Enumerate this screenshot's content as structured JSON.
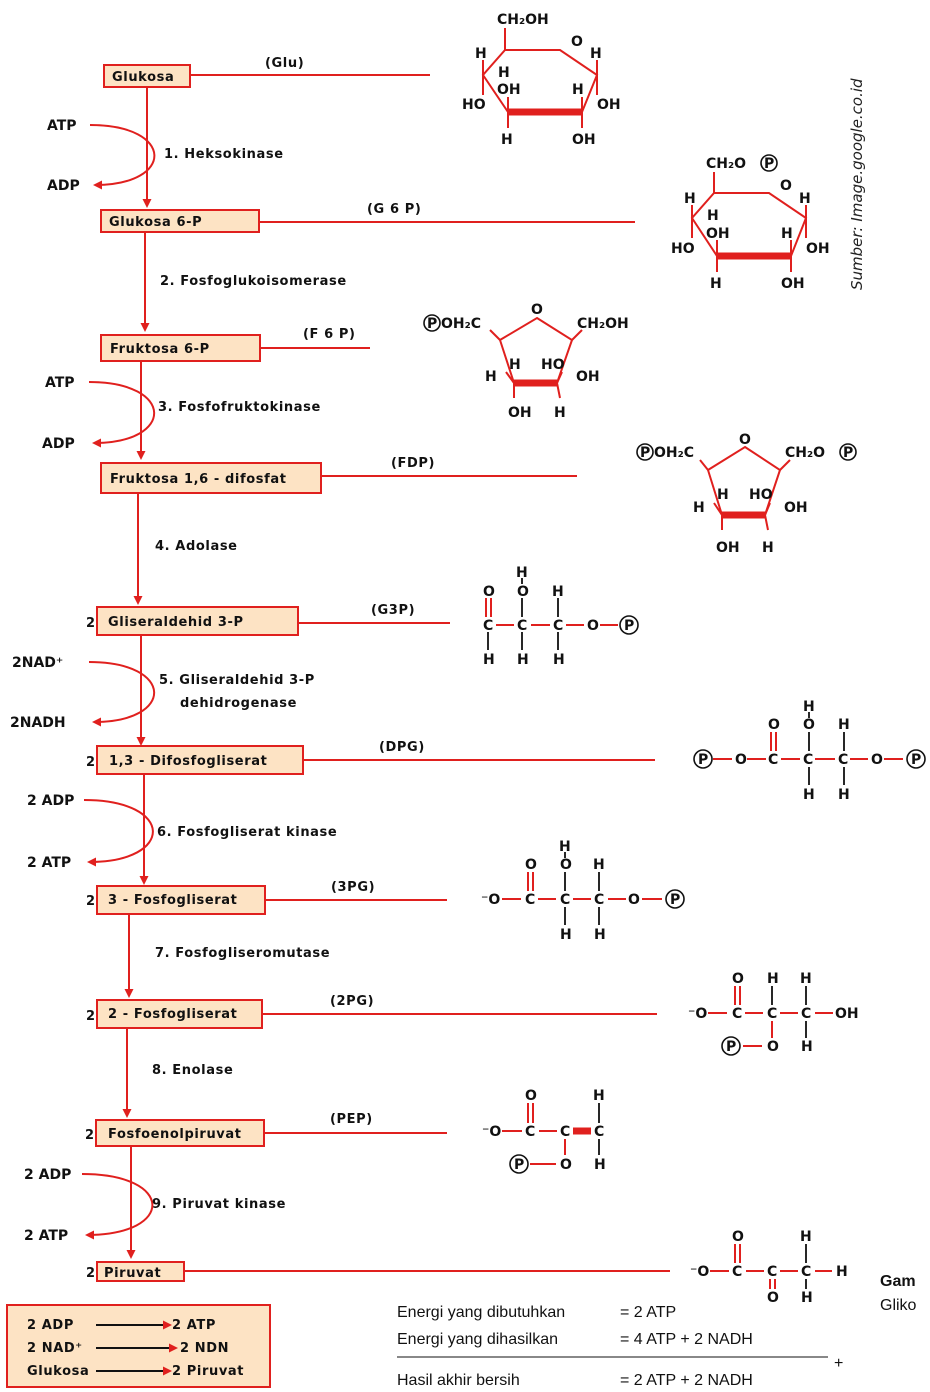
{
  "pathway": [
    {
      "name": "Glukosa",
      "abbr": "(Glu)"
    },
    {
      "name": "Glukosa 6-P",
      "abbr": "(G 6 P)"
    },
    {
      "name": "Fruktosa 6-P",
      "abbr": "(F 6 P)"
    },
    {
      "name": "Fruktosa 1,6 - difosfat",
      "abbr": "(FDP)"
    },
    {
      "name": "Gliseraldehid 3-P",
      "abbr": "(G3P)",
      "coef": "2"
    },
    {
      "name": "1,3 - Difosfogliserat",
      "abbr": "(DPG)",
      "coef": "2"
    },
    {
      "name": "3 - Fosfogliserat",
      "abbr": "(3PG)",
      "coef": "2"
    },
    {
      "name": "2 - Fosfogliserat",
      "abbr": "(2PG)",
      "coef": "2"
    },
    {
      "name": "Fosfoenolpiruvat",
      "abbr": "(PEP)",
      "coef": "2"
    },
    {
      "name": "Piruvat",
      "abbr": "",
      "coef": "2"
    }
  ],
  "enzymes": [
    "1. Heksokinase",
    "2. Fosfoglukoisomerase",
    "3. Fosfofruktokinase",
    "4. Adolase",
    "5. Gliseraldehid 3-P",
    "dehidrogenase",
    "6. Fosfogliserat kinase",
    "7. Fosfogliseromutase",
    "8. Enolase",
    "9. Piruvat kinase"
  ],
  "cofactors": {
    "s1_in": "ATP",
    "s1_out": "ADP",
    "s3_in": "ATP",
    "s3_out": "ADP",
    "s5_in": "2NAD⁺",
    "s5_out": "2NADH",
    "s6_in": "2 ADP",
    "s6_out": "2 ATP",
    "s9_in": "2 ADP",
    "s9_out": "2 ATP"
  },
  "atoms": {
    "H": "H",
    "O": "O",
    "C": "C",
    "OH": "OH",
    "HO": "HO",
    "P": "P",
    "CH2OH": "CH₂OH",
    "CH2OP": "CH₂O",
    "POH2C": "OH₂C",
    "Ominus": "⁻O"
  },
  "summary_box": {
    "row1_left": "2 ADP",
    "row1_right": "2 ATP",
    "row2_left": "2 NAD⁺",
    "row2_right": "2 NDN",
    "row3_left": "Glukosa",
    "row3_right": "2 Piruvat"
  },
  "energy": {
    "needed_label": "Energi yang dibutuhkan",
    "needed_value": "= 2 ATP",
    "produced_label": "Energi yang dihasilkan",
    "produced_value": "= 4 ATP + 2 NADH",
    "plus": "+",
    "net_label": "Hasil akhir bersih",
    "net_value": "= 2 ATP + 2 NADH"
  },
  "source": "Sumber: Image.google.co.id",
  "caption": {
    "line1": "Gam",
    "line2": "Gliko"
  },
  "colors": {
    "accent": "#e0201e",
    "box_fill": "#fde3c4"
  }
}
